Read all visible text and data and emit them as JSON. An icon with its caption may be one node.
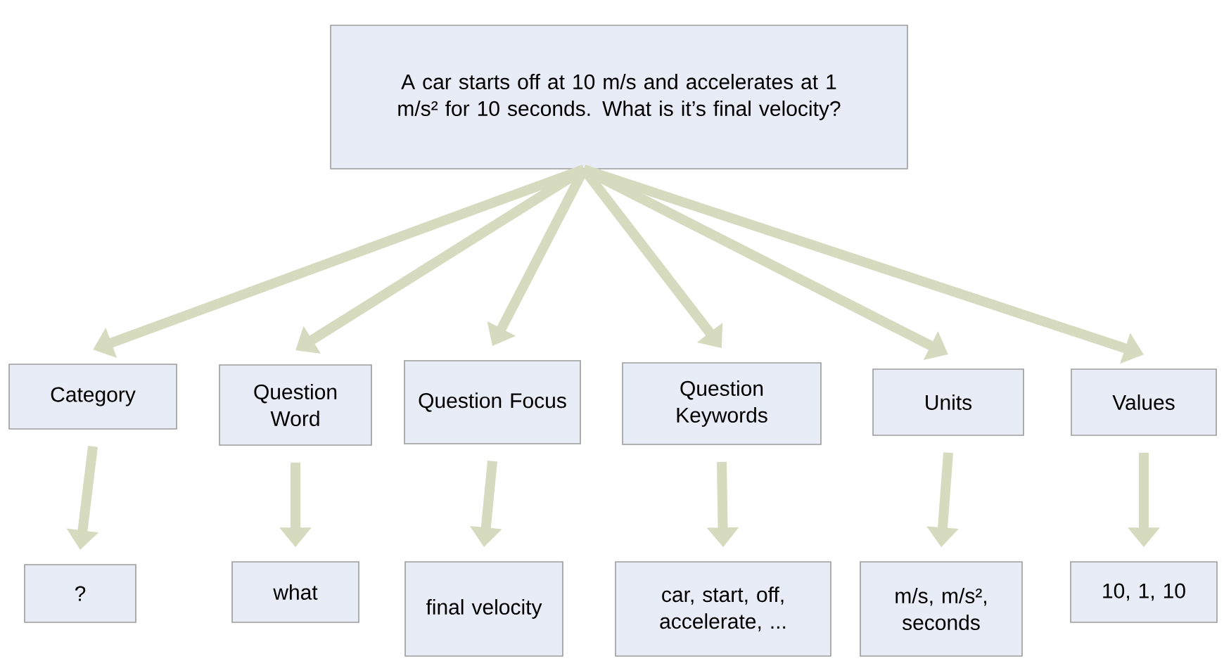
{
  "diagram": {
    "nodes": [
      {
        "text": [
          "A car starts off at 10 m/s and accelerates at 1 m/s² for 10 seconds. What is it’s final velocity?"
        ]
      },
      {
        "text": [
          "Category"
        ]
      },
      {
        "text": [
          "Question Word"
        ]
      },
      {
        "text": [
          "Question Focus"
        ]
      },
      {
        "text": [
          "Question Keywords"
        ]
      },
      {
        "text": [
          "Units"
        ]
      },
      {
        "text": [
          "Values"
        ]
      },
      {
        "text": [
          "?"
        ]
      },
      {
        "text": [
          "what"
        ]
      },
      {
        "text": [
          "final velocity"
        ]
      },
      {
        "text": [
          "car, start, off, accelerate, ..."
        ]
      },
      {
        "text": [
          "m/s, m/s², seconds"
        ]
      },
      {
        "text": [
          "10, 1, 10"
        ]
      }
    ],
    "edges": [
      {
        "from": 0,
        "to": 1,
        "arrow": "to"
      },
      {
        "from": 0,
        "to": 2,
        "arrow": "to"
      },
      {
        "from": 0,
        "to": 3,
        "arrow": "to"
      },
      {
        "from": 0,
        "to": 4,
        "arrow": "to"
      },
      {
        "from": 0,
        "to": 5,
        "arrow": "to"
      },
      {
        "from": 0,
        "to": 6,
        "arrow": "to"
      },
      {
        "from": 1,
        "to": 7,
        "arrow": "to"
      },
      {
        "from": 2,
        "to": 8,
        "arrow": "to"
      },
      {
        "from": 3,
        "to": 9,
        "arrow": "to"
      },
      {
        "from": 4,
        "to": 10,
        "arrow": "to"
      },
      {
        "from": 5,
        "to": 11,
        "arrow": "to"
      },
      {
        "from": 6,
        "to": 12,
        "arrow": "to"
      }
    ]
  }
}
